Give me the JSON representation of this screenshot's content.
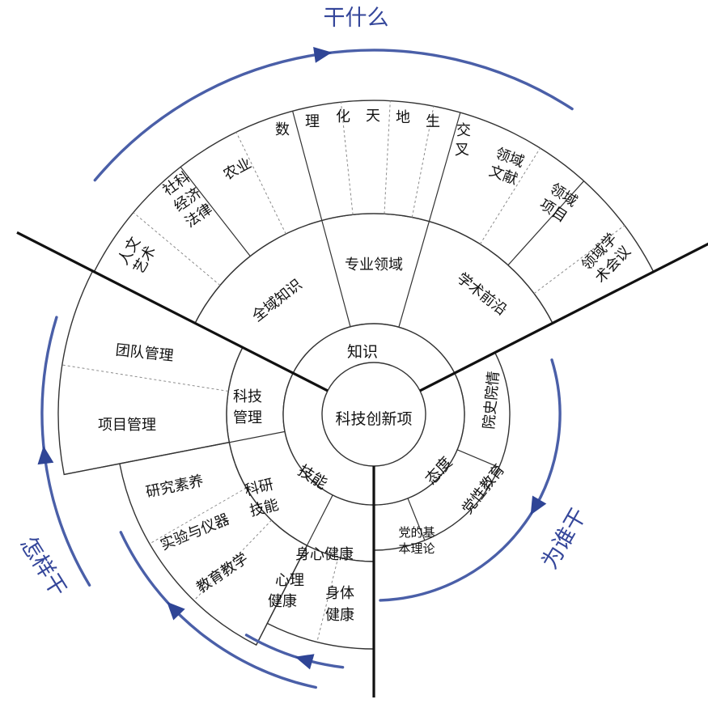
{
  "center": "科技创新项",
  "inner": {
    "knowledge": "知识",
    "skill": "技能",
    "attitude": "态度"
  },
  "knowledge": {
    "global": "全域知识",
    "professional": "专业领域",
    "frontier": "学术前沿",
    "humanities": [
      "人文",
      "艺术"
    ],
    "social": [
      "社科",
      "经济",
      "法律"
    ],
    "agriculture": "农业",
    "disciplines": [
      "数",
      "理",
      "化",
      "天",
      "地",
      "生"
    ],
    "cross": [
      "交",
      "叉"
    ],
    "literature": [
      "领域",
      "文献"
    ],
    "projects": [
      "领域",
      "项目"
    ],
    "conference": [
      "领域学",
      "术会议"
    ]
  },
  "skill": {
    "management": [
      "科技",
      "管理"
    ],
    "research": [
      "科研",
      "技能"
    ],
    "health": "身心健康",
    "team": "团队管理",
    "project": "项目管理",
    "literacy": "研究素养",
    "lab": "实验与仪器",
    "teaching": "教育教学",
    "mental": [
      "心理",
      "健康"
    ],
    "physical": [
      "身体",
      "健康"
    ]
  },
  "attitude": {
    "history": "院史院情",
    "party_edu": "党性教育",
    "theory": [
      "党的基",
      "本理论"
    ]
  },
  "directions": {
    "what": "干什么",
    "how": "怎样干",
    "who": "为谁干"
  },
  "colors": {
    "flow": "#4a5fa8",
    "title": "#34469a"
  }
}
